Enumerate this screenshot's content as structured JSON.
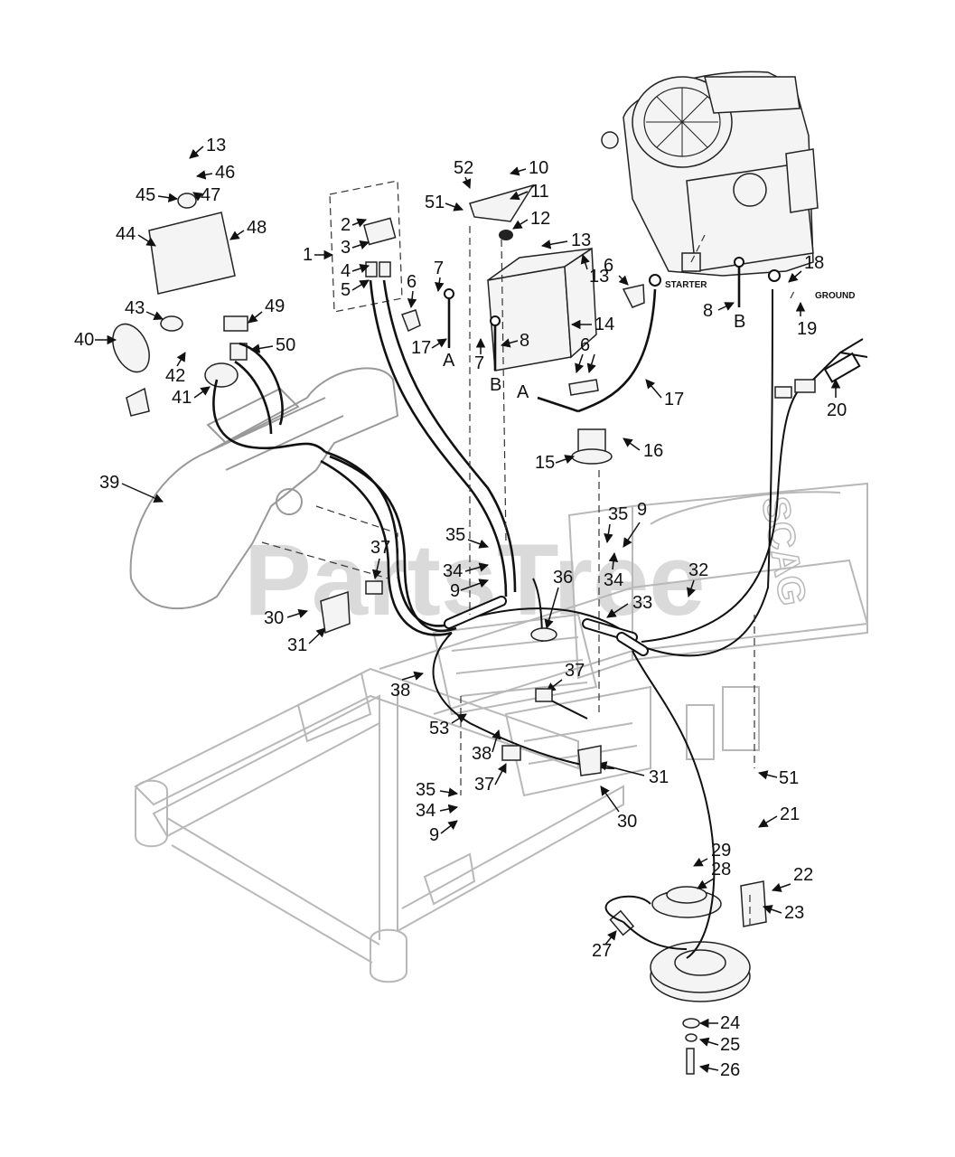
{
  "watermark": "PartsTree",
  "labels": {
    "starter": "STARTER",
    "ground": "GROUND",
    "wire_a": "A",
    "wire_b": "B"
  },
  "callouts": [
    "1",
    "2",
    "3",
    "4",
    "5",
    "6",
    "7",
    "8",
    "9",
    "10",
    "11",
    "12",
    "13",
    "14",
    "15",
    "16",
    "17",
    "18",
    "19",
    "20",
    "21",
    "22",
    "23",
    "24",
    "25",
    "26",
    "27",
    "28",
    "29",
    "30",
    "31",
    "32",
    "33",
    "34",
    "35",
    "36",
    "37",
    "38",
    "39",
    "40",
    "41",
    "42",
    "43",
    "44",
    "45",
    "46",
    "47",
    "48",
    "49",
    "50",
    "51",
    "52",
    "53"
  ]
}
